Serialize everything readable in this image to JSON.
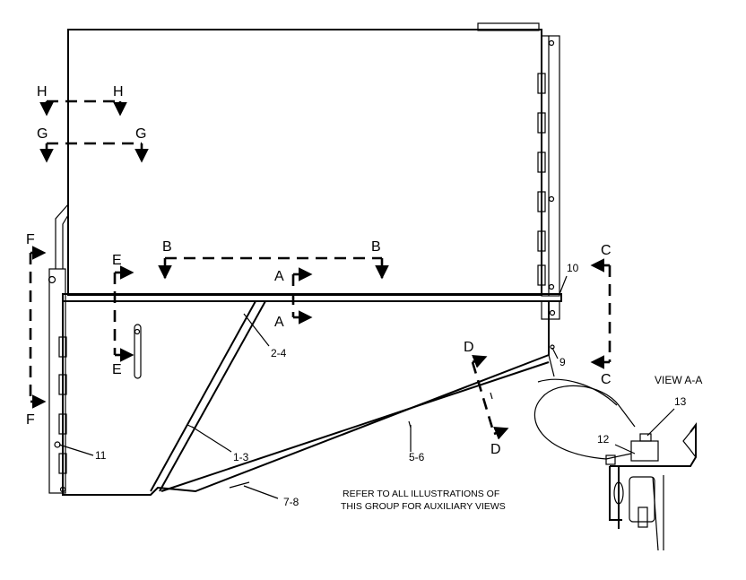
{
  "section_labels": {
    "H": "H",
    "G": "G",
    "F": "F",
    "E": "E",
    "B": "B",
    "A": "A",
    "C": "C",
    "D": "D"
  },
  "callouts": {
    "c2_4": "2-4",
    "c1_3": "1-3",
    "c5_6": "5-6",
    "c7_8": "7-8",
    "c9": "9",
    "c10": "10",
    "c11": "11",
    "c12": "12",
    "c13": "13"
  },
  "view_label": "VIEW A-A",
  "note": {
    "line1": "REFER TO ALL ILLUSTRATIONS OF",
    "line2": "THIS GROUP FOR AUXILIARY VIEWS"
  }
}
